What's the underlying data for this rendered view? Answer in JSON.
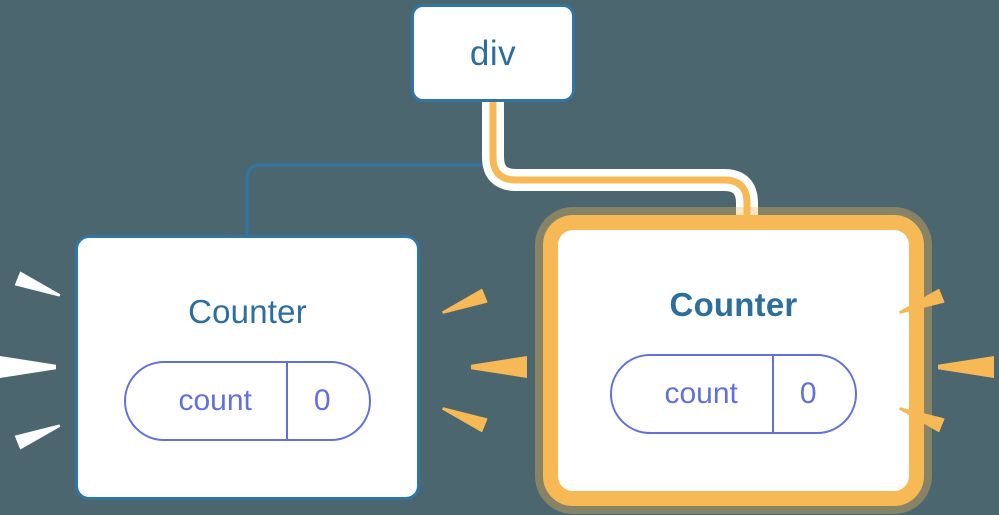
{
  "diagram": {
    "title": "React component tree re-render diagram",
    "background_color": "#4c666f",
    "colors": {
      "node_border_blue": "#2e76a5",
      "node_text_blue": "#2c6e9e",
      "state_pill": "#6270dc",
      "highlight_orange": "#f7b955",
      "highlight_glow": "#fbdcab",
      "wire_white": "#ffffff",
      "spark_white": "#ffffff",
      "spark_orange": "#f7b955"
    }
  },
  "nodes": {
    "root": {
      "label": "div",
      "style": "plain"
    },
    "counter_left": {
      "title": "Counter",
      "emphasis": "normal",
      "state": {
        "key": "count",
        "value": "0"
      }
    },
    "counter_right": {
      "title": "Counter",
      "emphasis": "bold",
      "state": {
        "key": "count",
        "value": "0"
      }
    }
  },
  "edges": [
    {
      "name": "div-to-counter-left",
      "from": "div",
      "to": "counter_left",
      "color": "#2e76a5",
      "style": "thin"
    },
    {
      "name": "div-to-counter-right",
      "from": "div",
      "to": "counter_right",
      "color": "#f7b955",
      "style": "highlighted-with-halo"
    }
  ],
  "bursts": [
    {
      "name": "burst-left-of-left-card",
      "color": "#ffffff",
      "direction": "left",
      "rays": 3
    },
    {
      "name": "burst-right-of-left-card",
      "color": "#f7b955",
      "direction": "right",
      "rays": 3
    },
    {
      "name": "burst-right-of-right-card",
      "color": "#f7b955",
      "direction": "right",
      "rays": 3
    }
  ]
}
